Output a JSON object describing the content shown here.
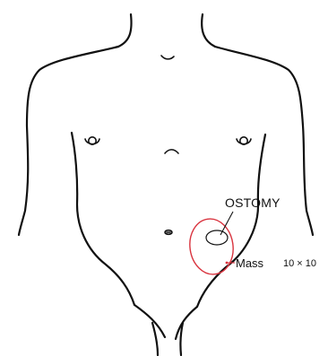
{
  "annotations": {
    "ostomy_label": "OSTOMY",
    "mass_label": "Mass",
    "mass_size": "10 × 10"
  },
  "colors": {
    "outline": "#111111",
    "mass_marker": "#d9343f"
  },
  "icons": {
    "figure": "torso-outline-front-view"
  }
}
